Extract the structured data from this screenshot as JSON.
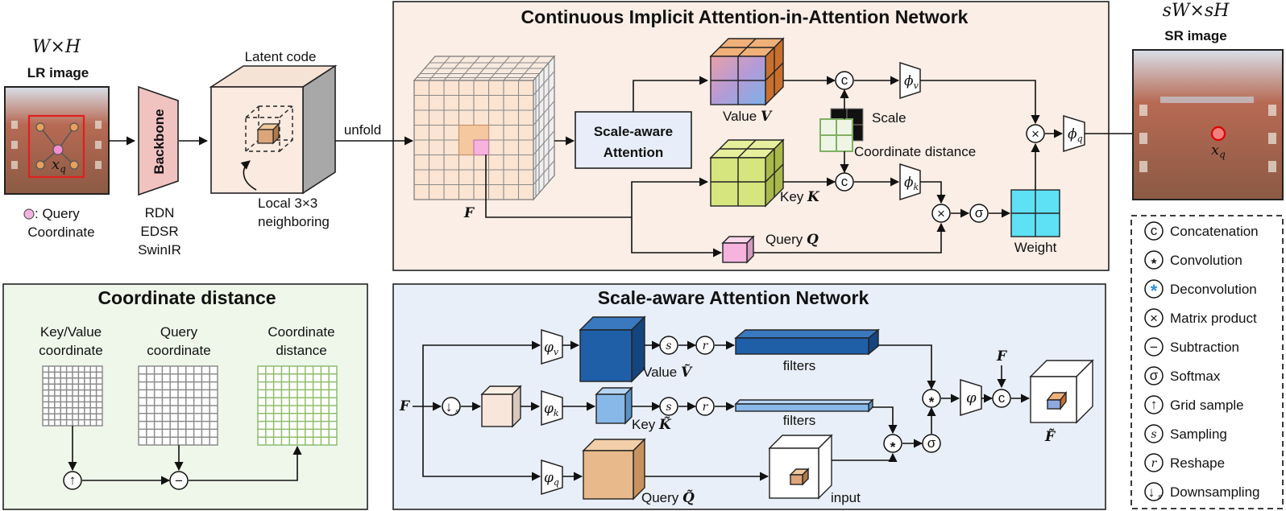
{
  "lr": {
    "dims": "W×H",
    "title": "LR image",
    "point": "x",
    "point_sub": "q",
    "legend_line1": ": Query",
    "legend_line2": "Coordinate"
  },
  "backbone": {
    "label": "Backbone",
    "options": [
      "RDN",
      "EDSR",
      "SwinIR"
    ]
  },
  "latent": {
    "title": "Latent code",
    "note_line1": "Local 3×3",
    "note_line2": "neighboring"
  },
  "unfold": "unfold",
  "ciaan": {
    "title": "Continuous Implicit Attention-in-Attention Network",
    "feature": "F",
    "sa_line1": "Scale-aware",
    "sa_line2": "Attention",
    "value": "Value",
    "value_sym": "V",
    "key": "Key",
    "key_sym": "K",
    "query": "Query",
    "query_sym": "Q",
    "scale": "Scale",
    "coord_dist": "Coordinate distance",
    "weight": "Weight",
    "phi_v": "ϕ",
    "phi_v_sub": "v",
    "phi_k": "ϕ",
    "phi_k_sub": "k",
    "phi_q": "ϕ",
    "phi_q_sub": "q"
  },
  "sr": {
    "dims": "sW×sH",
    "title": "SR image",
    "point": "x",
    "point_sub": "q"
  },
  "coord_panel": {
    "title": "Coordinate distance",
    "col1_line1": "Key/Value",
    "col1_line2": "coordinate",
    "col2_line1": "Query",
    "col2_line2": "coordinate",
    "col3_line1": "Coordinate",
    "col3_line2": "distance"
  },
  "sa_panel": {
    "title": "Scale-aware Attention Network",
    "feature": "F",
    "value": "Value",
    "value_sym": "Ṽ",
    "key": "Key",
    "key_sym": "K̃",
    "query": "Query",
    "query_sym": "Q̃",
    "filters1": "filters",
    "filters2": "filters",
    "input": "input",
    "phi_v": "φ",
    "phi_v_sub": "v",
    "phi_k": "φ",
    "phi_k_sub": "k",
    "phi_q": "φ",
    "phi_q_sub": "q",
    "phi": "φ",
    "f_top": "F",
    "f_out": "F̃"
  },
  "ops": {
    "concat": "c",
    "conv": "*",
    "matmul": "×",
    "sub": "−",
    "softmax": "σ",
    "grid": "↑",
    "sampling": "s",
    "reshape": "r",
    "down": "↓",
    "down_sub": "s"
  },
  "legend": [
    {
      "symbol": "c",
      "label": "Concatenation"
    },
    {
      "symbol": "*",
      "label": "Convolution"
    },
    {
      "symbol": "*",
      "label": "Deconvolution"
    },
    {
      "symbol": "×",
      "label": "Matrix product"
    },
    {
      "symbol": "−",
      "label": "Subtraction"
    },
    {
      "symbol": "σ",
      "label": "Softmax"
    },
    {
      "symbol": "↑",
      "label": "Grid sample"
    },
    {
      "symbol": "s",
      "label": "Sampling"
    },
    {
      "symbol": "r",
      "label": "Reshape"
    },
    {
      "symbol": "↓",
      "label": "Downsampling"
    }
  ],
  "colors": {
    "ciaan_bg": "#faeee6",
    "sa_bg": "#e9eff8",
    "coord_bg": "#eff7ea",
    "value_blue": "#1f5fa8",
    "key_light": "#87b8e8",
    "query_tan": "#e8b98b",
    "weight": "#5ee0f5",
    "key_green": "#d8e57f",
    "query_pink": "#f7b9dd",
    "deconv": "#2a8fd8"
  }
}
